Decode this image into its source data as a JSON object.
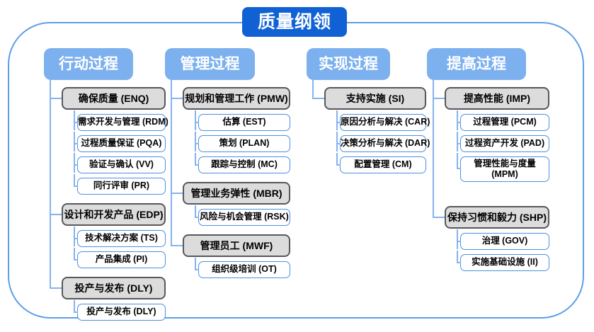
{
  "title": "质量纲领",
  "colors": {
    "title_bg": "#1062d4",
    "header_bg": "#7cb0ee",
    "connector": "#85b3ef",
    "gray_fill": "#dcdcdc",
    "gray_border": "#57585a",
    "white_box_border": "#4a90e2",
    "frame_border": "#5c9fe8"
  },
  "columns": [
    {
      "header": "行动过程",
      "groups": [
        {
          "label": "确保质量 (ENQ)",
          "children": [
            "需求开发与管理 (RDM)",
            "过程质量保证 (PQA)",
            "验证与确认 (VV)",
            "同行评审 (PR)"
          ]
        },
        {
          "label": "设计和开发产品 (EDP)",
          "children": [
            "技术解决方案 (TS)",
            "产品集成 (PI)"
          ]
        },
        {
          "label": "投产与发布 (DLY)",
          "children": [
            "投产与发布 (DLY)"
          ]
        }
      ]
    },
    {
      "header": "管理过程",
      "groups": [
        {
          "label": "规划和管理工作 (PMW)",
          "children": [
            "估算 (EST)",
            "策划 (PLAN)",
            "跟踪与控制 (MC)"
          ]
        },
        {
          "label": "管理业务弹性 (MBR)",
          "children": [
            "风险与机会管理 (RSK)"
          ]
        },
        {
          "label": "管理员工 (MWF)",
          "children": [
            "组织级培训 (OT)"
          ]
        }
      ]
    },
    {
      "header": "实现过程",
      "groups": [
        {
          "label": "支持实施 (SI)",
          "children": [
            "原因分析与解决 (CAR)",
            "决策分析与解决 (DAR)",
            "配置管理 (CM)"
          ]
        }
      ]
    },
    {
      "header": "提高过程",
      "groups": [
        {
          "label": "提高性能 (IMP)",
          "children": [
            "过程管理 (PCM)",
            "过程资产开发 (PAD)",
            "管理性能与度量 (MPM)"
          ]
        },
        {
          "label": "保持习惯和毅力 (SHP)",
          "children": [
            "治理 (GOV)",
            "实施基础设施 (II)"
          ]
        }
      ]
    }
  ]
}
